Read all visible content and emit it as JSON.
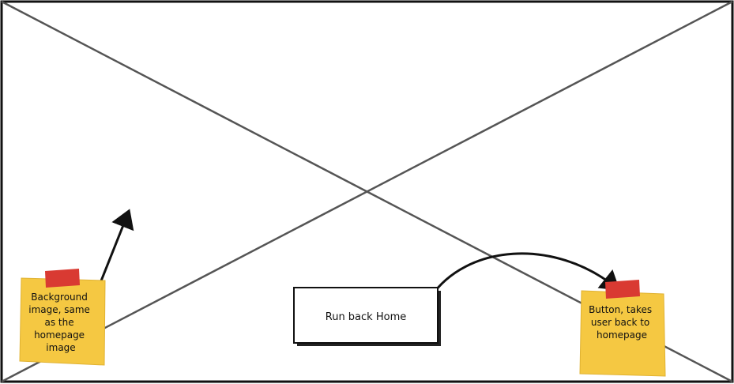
{
  "wireframe": {
    "button": {
      "label": "Run back Home"
    },
    "notes": [
      {
        "lines": [
          "Background",
          "image, same",
          "as the",
          "homepage",
          "image"
        ]
      },
      {
        "lines": [
          "Button, takes",
          "user back to",
          "homepage"
        ]
      }
    ]
  },
  "colors": {
    "frame": "#111111",
    "cross_lines": "#555555",
    "sticky": "#f5c842",
    "sticky_shadow": "#e0b232",
    "tape": "#d93a32",
    "arrow": "#111111"
  }
}
